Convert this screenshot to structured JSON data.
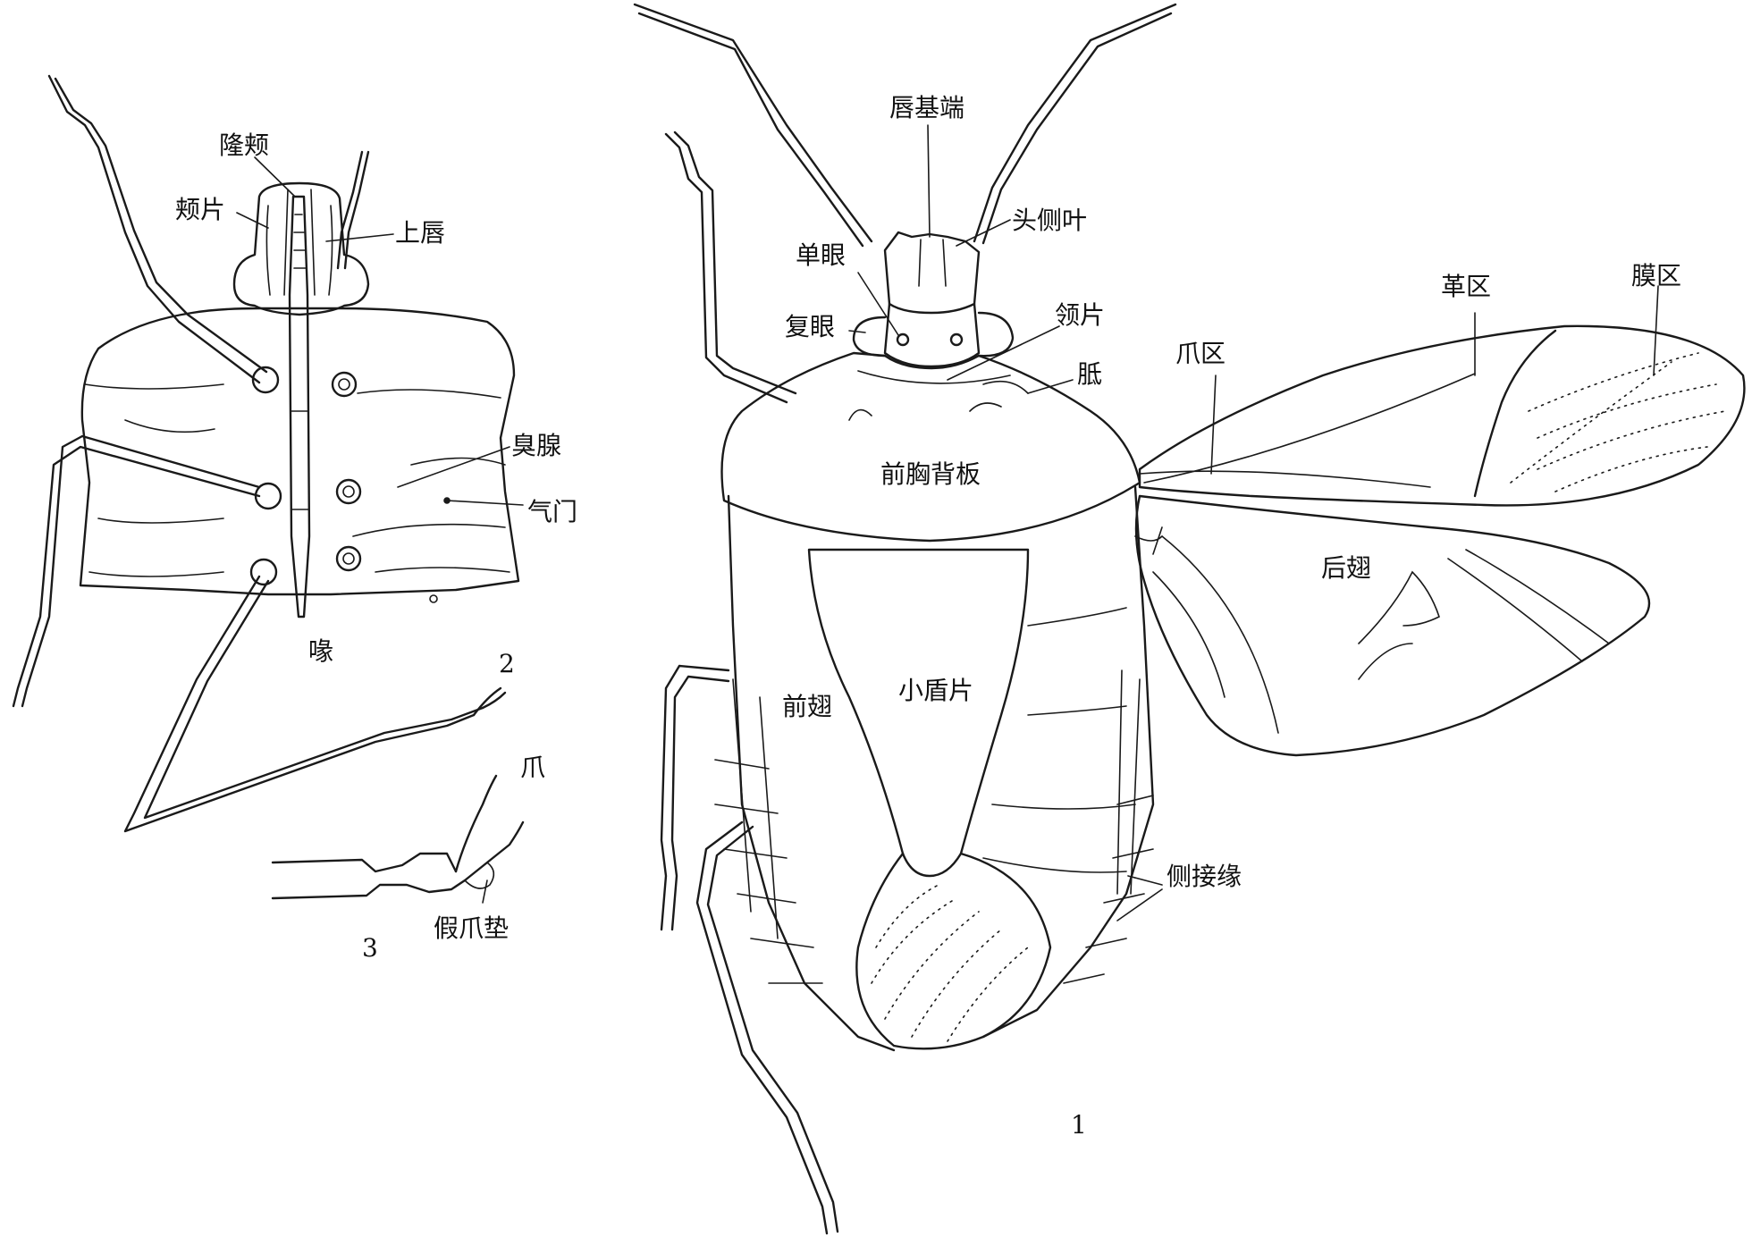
{
  "figure_numbers": {
    "fig1": "1",
    "fig2": "2",
    "fig3": "3"
  },
  "labels_fig1": {
    "clypeus": "唇基端",
    "paraclypeus": "头侧叶",
    "ocellus": "单眼",
    "compound_eye": "复眼",
    "collar": "领片",
    "callus": "胝",
    "pronotum": "前胸背板",
    "corium": "革区",
    "membrane": "膜区",
    "clavus": "爪区",
    "hind_wing": "后翅",
    "forewing": "前翅",
    "scutellum": "小盾片",
    "connexivum": "侧接缘"
  },
  "labels_fig2": {
    "bucculae": "隆颊",
    "juga": "颊片",
    "labrum": "上唇",
    "scent_gland": "臭腺",
    "spiracle": "气门",
    "rostrum": "喙"
  },
  "labels_fig3": {
    "claw": "爪",
    "pseudopulvillus": "假爪垫"
  }
}
